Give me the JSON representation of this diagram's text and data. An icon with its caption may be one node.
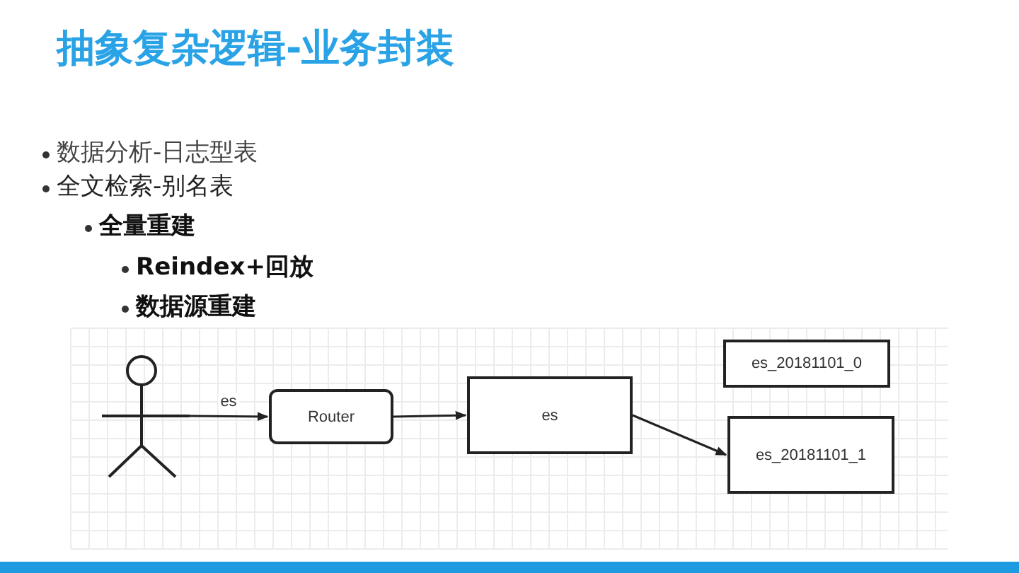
{
  "diagram": {
    "title": "抽象复杂逻辑-业务封装",
    "nodes": [
      {
        "text": [],
        "shape": "person"
      },
      {
        "text": [
          "Router"
        ]
      },
      {
        "text": [
          "es"
        ]
      },
      {
        "text": [
          "es_20181101_0"
        ]
      },
      {
        "text": [
          "es_20181101_1"
        ]
      }
    ],
    "edges": [
      {
        "from": 0,
        "to": 1,
        "arrow": "to",
        "label": "es"
      },
      {
        "from": 1,
        "to": 2,
        "arrow": "to"
      },
      {
        "from": 2,
        "to": 4,
        "arrow": "to"
      }
    ],
    "labels": [
      "数据分析-日志型表",
      "全文检索-别名表",
      "全量重建",
      "Reindex+回放",
      "数据源重建"
    ]
  }
}
